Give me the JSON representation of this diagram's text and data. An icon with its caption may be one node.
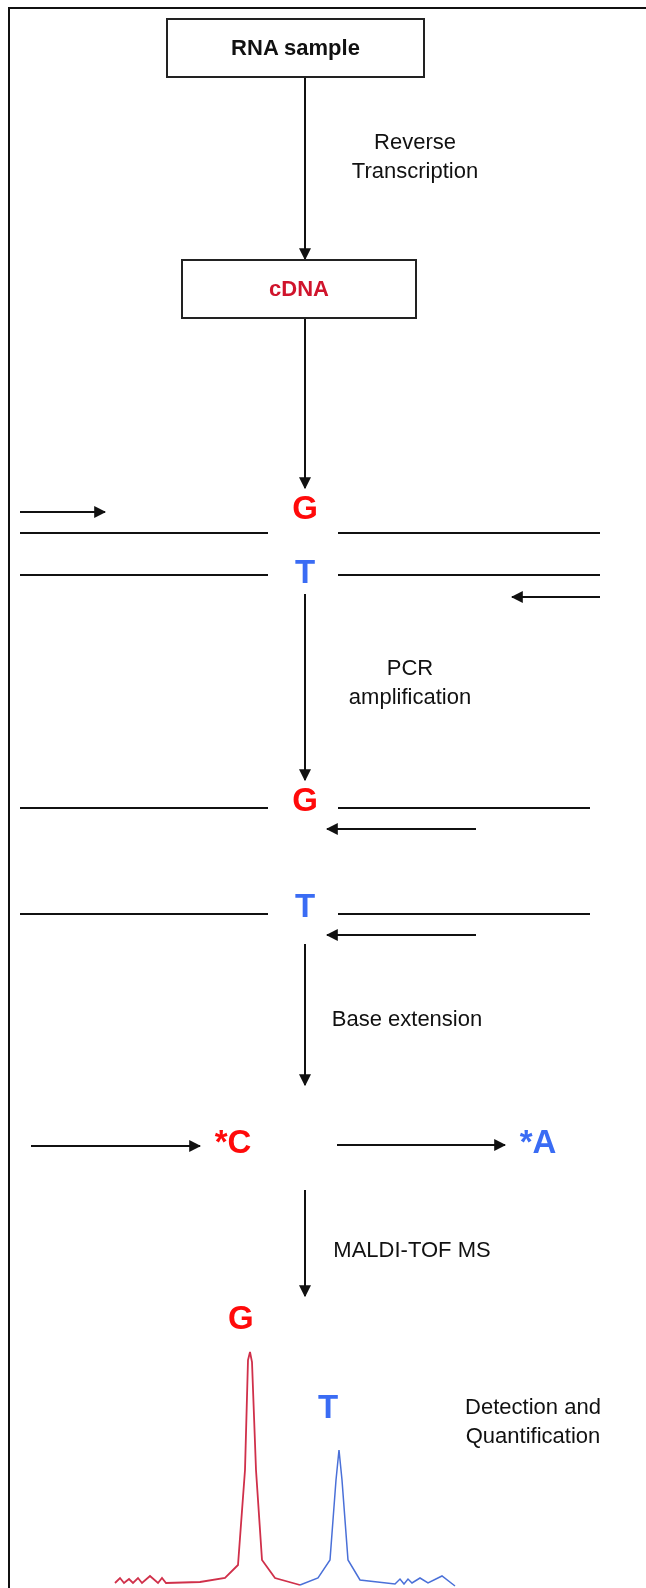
{
  "diagram": {
    "nodes": [
      {
        "text": [
          "RNA sample"
        ]
      },
      {
        "text": [
          "cDNA"
        ]
      },
      {
        "text": [
          "G"
        ]
      },
      {
        "text": [
          "T"
        ]
      },
      {
        "text": [
          "G"
        ]
      },
      {
        "text": [
          "T"
        ]
      },
      {
        "text": [
          "*C"
        ]
      },
      {
        "text": [
          "*A"
        ]
      },
      {
        "text": [
          "G",
          "T"
        ],
        "beside": [
          "Detection and Quantification"
        ]
      }
    ],
    "edges": [
      {
        "from": 0,
        "to": 1,
        "arrow": "to",
        "label": "Reverse Transcription"
      },
      {
        "from": 1,
        "to": 2,
        "arrow": "to"
      },
      {
        "from": 3,
        "to": 4,
        "arrow": "to",
        "label": "PCR amplification"
      },
      {
        "from": null,
        "to": 4,
        "arrow": "to"
      },
      {
        "from": null,
        "to": 5,
        "arrow": "to"
      },
      {
        "from": 5,
        "to": null,
        "arrow": "to",
        "label": "Base extension"
      },
      {
        "from": null,
        "to": 6,
        "arrow": "to"
      },
      {
        "from": null,
        "to": 7,
        "arrow": "to"
      },
      {
        "from": null,
        "to": 8,
        "arrow": "to",
        "label": "MALDI-TOF MS"
      }
    ]
  }
}
